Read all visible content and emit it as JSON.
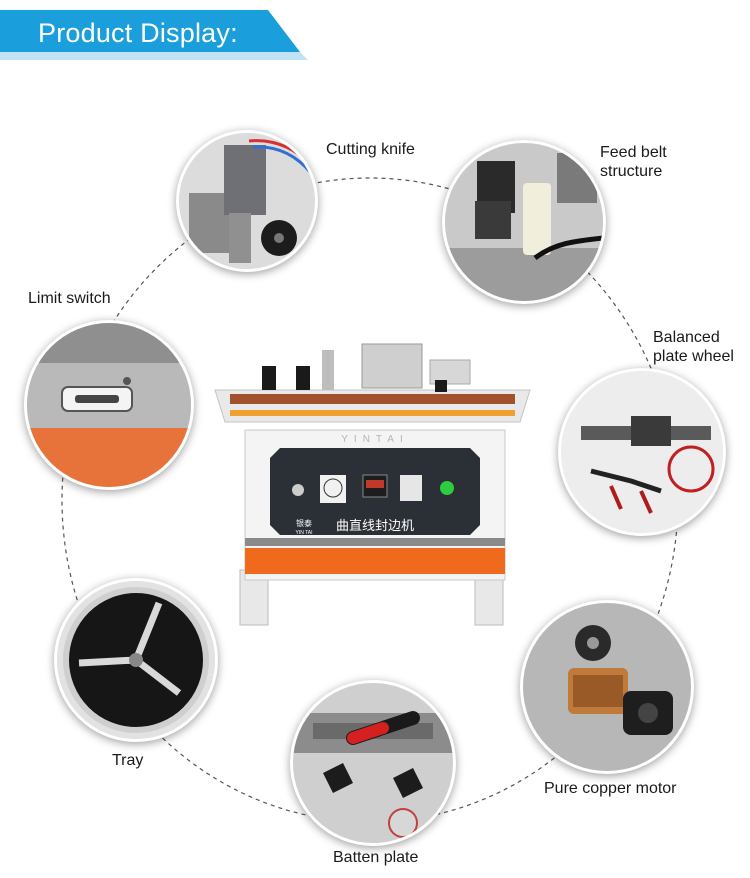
{
  "header": {
    "title": "Product Display:"
  },
  "machine": {
    "brand_text": "YINTAI",
    "panel_title": "曲直线封边机",
    "logo_text": "银泰",
    "logo_sub": "YIN TAI"
  },
  "features": [
    {
      "label": "Cutting knife"
    },
    {
      "label_line1": "Feed belt",
      "label_line2": "structure"
    },
    {
      "label": "Limit switch"
    },
    {
      "label_line1": "Balanced",
      "label_line2": "plate wheel"
    },
    {
      "label": "Tray"
    },
    {
      "label": "Pure copper motor"
    },
    {
      "label": "Batten plate"
    }
  ],
  "colors": {
    "banner": "#1a9fdc",
    "accent_orange": "#f06a1e",
    "panel_dark": "#2b2f36"
  }
}
